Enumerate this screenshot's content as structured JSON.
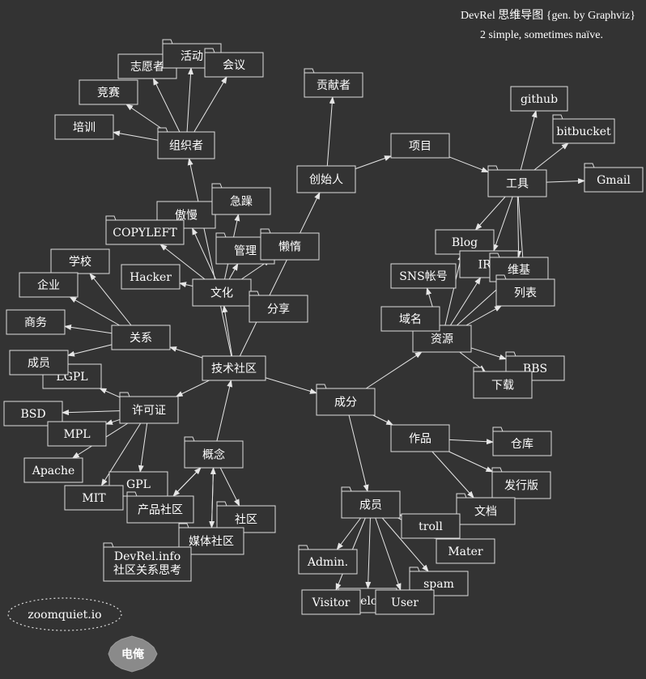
{
  "title": {
    "line1": "DevRel 思维导图 {gen. by Graphviz}",
    "line2": "2 simple, sometimes naïve."
  },
  "nodes": {
    "tech_community": "技术社区",
    "component": "成分",
    "culture": "文化",
    "relation": "关系",
    "license": "许可证",
    "concept": "概念",
    "organizer": "组织者",
    "founder": "创始人",
    "contributor": "贡献者",
    "project": "项目",
    "tools": "工具",
    "github": "github",
    "bitbucket": "bitbucket",
    "gmail": "Gmail",
    "resources": "资源",
    "works": "作品",
    "members": "成员",
    "volunteer": "志愿者",
    "activity": "活动",
    "meeting": "会议",
    "contest": "竞赛",
    "training": "培训",
    "arrogant": "傲慢",
    "impatient": "急躁",
    "copyleft": "COPYLEFT",
    "manage": "管理",
    "lazy": "懒惰",
    "hacker": "Hacker",
    "share": "分享",
    "school": "学校",
    "enterprise": "企业",
    "business": "商务",
    "member_rel": "成员",
    "lgpl": "LGPL",
    "bsd": "BSD",
    "mpl": "MPL",
    "apache": "Apache",
    "gpl": "GPL",
    "mit": "MIT",
    "product_community": "产品社区",
    "community": "社区",
    "media_community": "媒体社区",
    "devrel_info_1": "DevRel.info",
    "devrel_info_2": "社区关系思考",
    "blog": "Blog",
    "irc": "IRC",
    "sns": "SNS帐号",
    "wiki": "维基",
    "mailing_list": "列表",
    "domain_name": "域名",
    "bbs": "BBS",
    "download": "下载",
    "repository": "仓库",
    "distribution": "发行版",
    "documentation": "文档",
    "troll": "troll",
    "mater": "Mater",
    "admin": "Admin.",
    "spam": "spam",
    "visitor": "Visitor",
    "developer": "Developer",
    "user": "User"
  },
  "badges": {
    "zoomquiet": "zoomquiet.io",
    "dianyan": "电俺"
  }
}
